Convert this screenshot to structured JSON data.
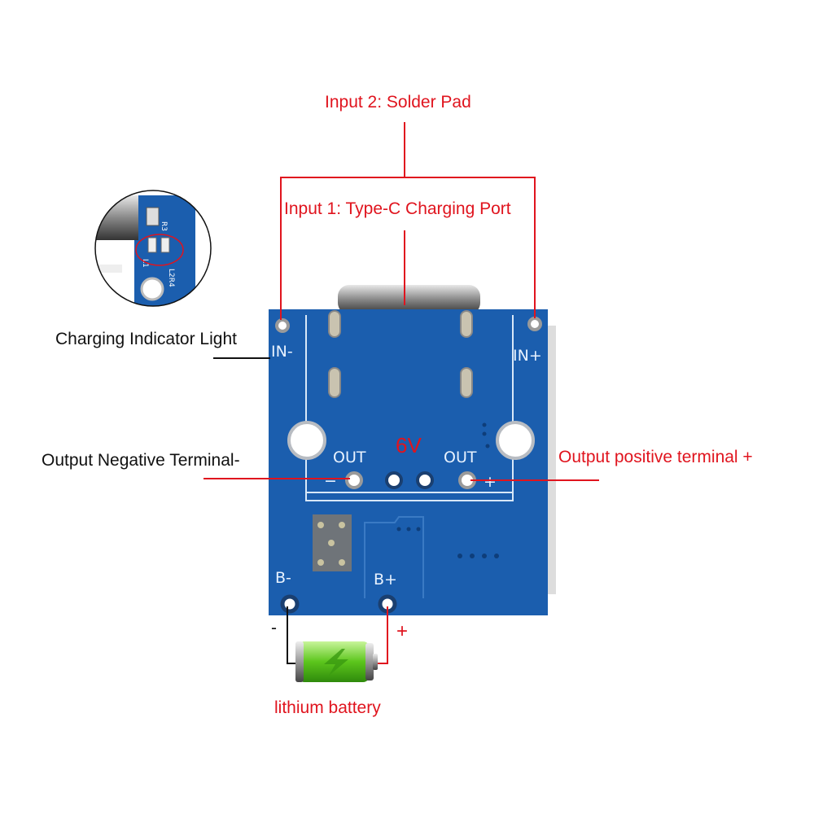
{
  "labels": {
    "input2": "Input 2: Solder Pad",
    "input1": "Input 1: Type-C Charging Port",
    "indicator": "Charging Indicator Light",
    "out_neg": "Output Negative Terminal-",
    "out_pos": "Output positive terminal +",
    "battery": "lithium battery",
    "battery_minus": "-",
    "battery_plus": "+"
  },
  "board": {
    "in_minus": "IN-",
    "in_plus": "IN+",
    "out_left": "OUT",
    "out_right": "OUT",
    "voltage": "6V",
    "b_minus": "B-",
    "b_plus": "B+",
    "out_minus_sign": "−",
    "out_plus_sign": "+"
  },
  "inset": {
    "r3": "R3",
    "l1": "L1",
    "l2r4": "L2R4"
  },
  "colors": {
    "annotation": "#e0141e",
    "pcb": "#1b5eae",
    "battery": "#6fd12a"
  }
}
